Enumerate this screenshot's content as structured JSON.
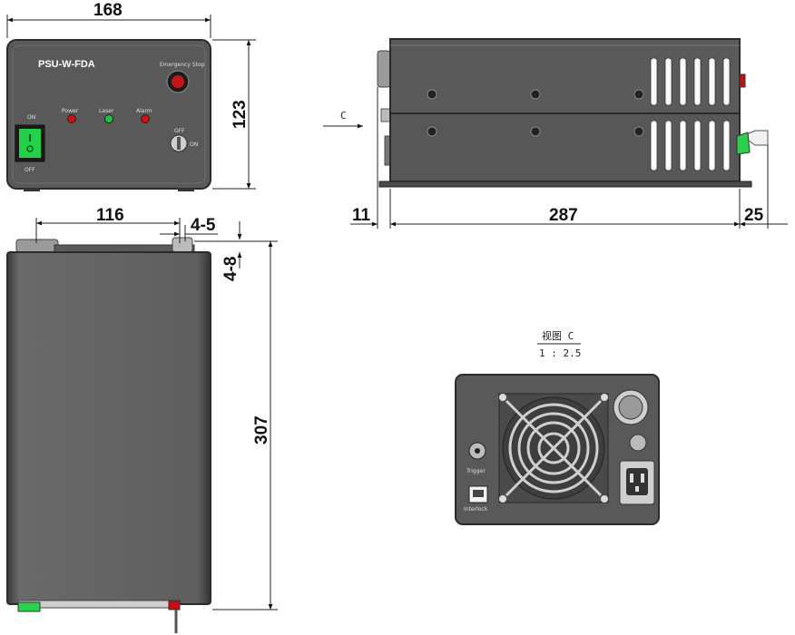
{
  "front_view": {
    "width_dim": "168",
    "height_dim": "123",
    "model_label": "PSU-W-FDA",
    "emergency_label": "Emergency Stop",
    "indicators": [
      "Power",
      "Laser",
      "Alarm"
    ],
    "switch_on_label": "ON",
    "switch_off_label": "OFF",
    "key_off_label": "OFF",
    "key_on_label": "ON"
  },
  "side_view": {
    "arrow_label": "C",
    "dim_left": "11",
    "dim_main": "287",
    "dim_right": "25"
  },
  "top_view": {
    "dim_width": "116",
    "dim_hole": "4-5",
    "dim_offset": "4-8",
    "dim_length": "307"
  },
  "rear_view": {
    "title": "视图 C",
    "scale": "1 : 2.5",
    "trigger_label": "Trigger",
    "interlock_label": "Interlock"
  },
  "colors": {
    "body": "#565656",
    "body_dark": "#3e3e3e",
    "switch_green": "#22d04a",
    "led_red": "#d01010",
    "led_green": "#20c040"
  }
}
